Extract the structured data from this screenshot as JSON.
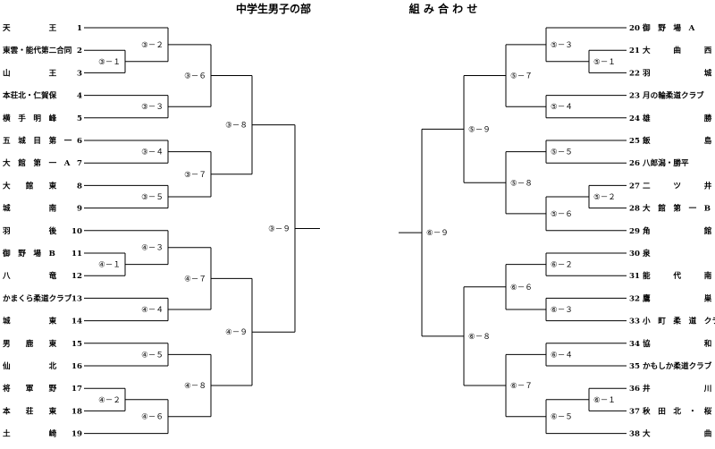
{
  "header": {
    "title": "中学生男子の部",
    "subtitle": "組 み 合 わ せ"
  },
  "teams": {
    "left": [
      {
        "no": "1",
        "name": "天　　　　　王"
      },
      {
        "no": "2",
        "name": "東雲・能代第二合同"
      },
      {
        "no": "3",
        "name": "山　　　　　王"
      },
      {
        "no": "4",
        "name": "本荘北・仁賀保"
      },
      {
        "no": "5",
        "name": "横　手　明　峰"
      },
      {
        "no": "6",
        "name": "五　城　目　第　一"
      },
      {
        "no": "7",
        "name": "大　館　第　一　A"
      },
      {
        "no": "8",
        "name": "大　　館　　東"
      },
      {
        "no": "9",
        "name": "城　　　　　南"
      },
      {
        "no": "10",
        "name": "羽　　　　　後"
      },
      {
        "no": "11",
        "name": "御　野　場　B"
      },
      {
        "no": "12",
        "name": "八　　　　　竜"
      },
      {
        "no": "13",
        "name": "かまくら柔道クラブ"
      },
      {
        "no": "14",
        "name": "城　　　　　東"
      },
      {
        "no": "15",
        "name": "男　　鹿　　東"
      },
      {
        "no": "16",
        "name": "仙　　　　　北"
      },
      {
        "no": "17",
        "name": "将　　軍　　野"
      },
      {
        "no": "18",
        "name": "本　　荘　　東"
      },
      {
        "no": "19",
        "name": "土　　　　　崎"
      }
    ],
    "right": [
      {
        "no": "20",
        "name": "御　野　場　A"
      },
      {
        "no": "21",
        "name": "大　　　曲　　　西"
      },
      {
        "no": "22",
        "name": "羽　　　　　　　城"
      },
      {
        "no": "23",
        "name": "月の輪柔道クラブ"
      },
      {
        "no": "24",
        "name": "雄　　　　　　　勝"
      },
      {
        "no": "25",
        "name": "飯　　　　　　　島"
      },
      {
        "no": "26",
        "name": "八郎潟・勝平"
      },
      {
        "no": "27",
        "name": "二　　　ツ　　　井"
      },
      {
        "no": "28",
        "name": "大　館　第　一　B"
      },
      {
        "no": "29",
        "name": "角　　　　　　　館"
      },
      {
        "no": "30",
        "name": "泉"
      },
      {
        "no": "31",
        "name": "能　　　代　　　南"
      },
      {
        "no": "32",
        "name": "鷹　　　　　　　巣"
      },
      {
        "no": "33",
        "name": "小　町　柔　道　クラブ"
      },
      {
        "no": "34",
        "name": "協　　　　　　　和"
      },
      {
        "no": "35",
        "name": "かもしか柔道クラブ"
      },
      {
        "no": "36",
        "name": "井　　　　　　　川"
      },
      {
        "no": "37",
        "name": "秋　田　北　・　桜"
      },
      {
        "no": "38",
        "name": "大　　　　　　　曲"
      }
    ]
  },
  "matches": {
    "left": [
      "③－１",
      "③－２",
      "③－３",
      "③－４",
      "③－５",
      "③－６",
      "③－７",
      "③－８",
      "④－１",
      "④－２",
      "④－３",
      "④－４",
      "④－５",
      "④－６",
      "④－７",
      "④－８",
      "④－９",
      "③－９"
    ],
    "right": [
      "⑤－１",
      "⑤－２",
      "⑤－３",
      "⑤－４",
      "⑤－５",
      "⑤－６",
      "⑤－７",
      "⑤－８",
      "⑤－９",
      "⑥－１",
      "⑥－２",
      "⑥－３",
      "⑥－４",
      "⑥－５",
      "⑥－６",
      "⑥－７",
      "⑥－８",
      "⑥－９"
    ]
  }
}
